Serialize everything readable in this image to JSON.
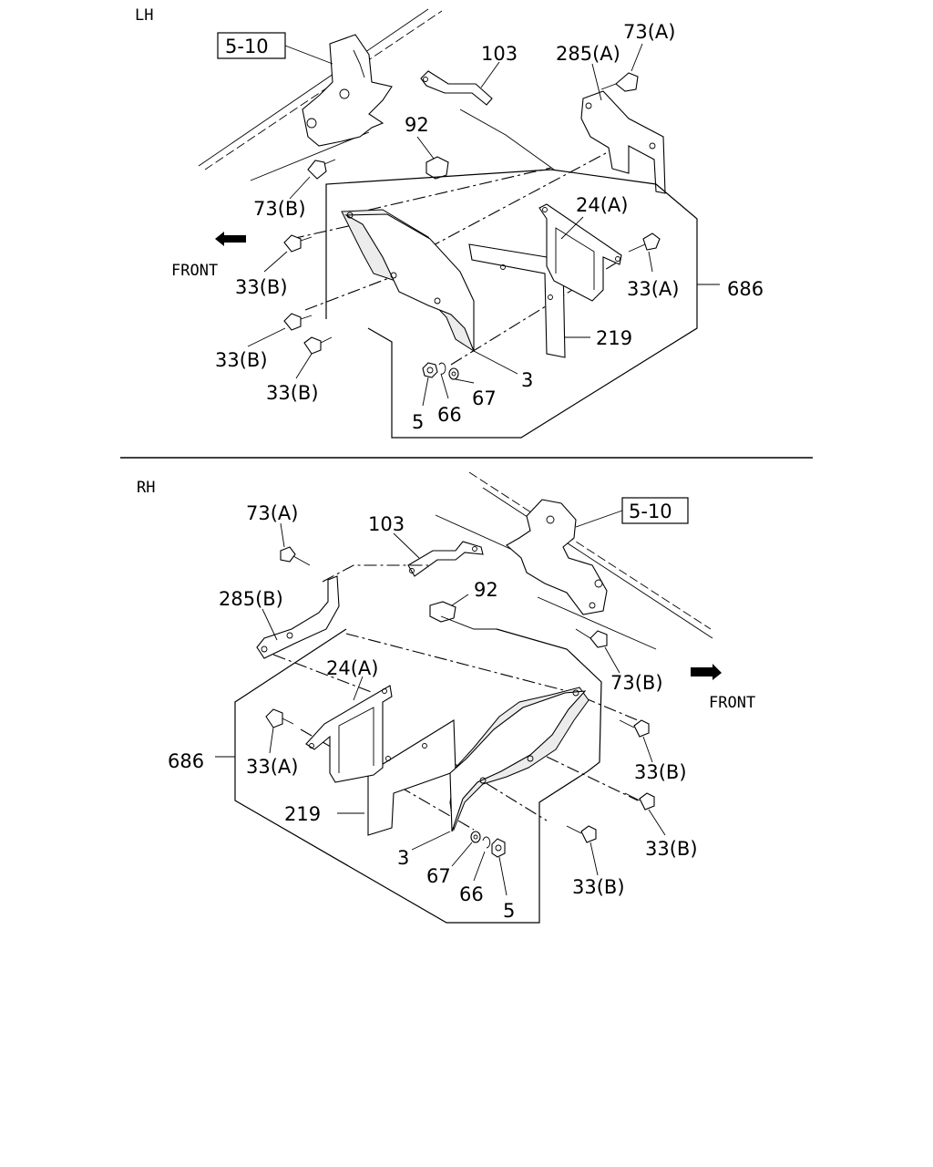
{
  "sections": {
    "lh": {
      "header": "LH",
      "ref_box": "5-10",
      "front": "FRONT",
      "labels": {
        "p73a": "73(A)",
        "p285a": "285(A)",
        "p103": "103",
        "p92": "92",
        "p73b": "73(B)",
        "p24a": "24(A)",
        "p33a": "33(A)",
        "p686": "686",
        "p33b_1": "33(B)",
        "p33b_2": "33(B)",
        "p33b_3": "33(B)",
        "p219": "219",
        "p3": "3",
        "p67": "67",
        "p66": "66",
        "p5": "5"
      }
    },
    "rh": {
      "header": "RH",
      "ref_box": "5-10",
      "front": "FRONT",
      "labels": {
        "p73a": "73(A)",
        "p103": "103",
        "p92": "92",
        "p285b": "285(B)",
        "p73b": "73(B)",
        "p24a": "24(A)",
        "p686": "686",
        "p33a": "33(A)",
        "p33b_1": "33(B)",
        "p33b_2": "33(B)",
        "p33b_3": "33(B)",
        "p219": "219",
        "p3": "3",
        "p67": "67",
        "p66": "66",
        "p5": "5"
      }
    }
  }
}
